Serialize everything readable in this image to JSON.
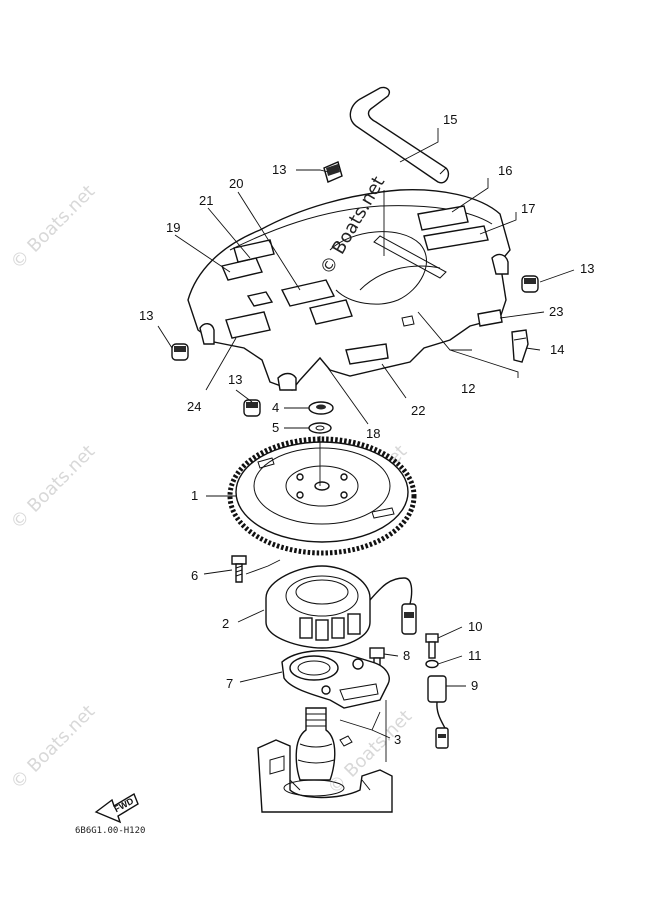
{
  "watermarks": {
    "center": "© Boats.net",
    "left_top": "© Boats.net",
    "left_middle": "© Boats.net",
    "left_bottom": "© Boats.net",
    "center_lower": "© Boats.net",
    "center_bottom": "© Boats.net"
  },
  "diagram_code": "6B6G1.00-H120",
  "fwd_label": "FWD",
  "callouts": [
    {
      "key": "c15",
      "label": "15"
    },
    {
      "key": "c13a",
      "label": "13"
    },
    {
      "key": "c16",
      "label": "16"
    },
    {
      "key": "c20",
      "label": "20"
    },
    {
      "key": "c21",
      "label": "21"
    },
    {
      "key": "c17",
      "label": "17"
    },
    {
      "key": "c19",
      "label": "19"
    },
    {
      "key": "c13b",
      "label": "13"
    },
    {
      "key": "c13c",
      "label": "13"
    },
    {
      "key": "c23",
      "label": "23"
    },
    {
      "key": "c14",
      "label": "14"
    },
    {
      "key": "c12",
      "label": "12"
    },
    {
      "key": "c13d",
      "label": "13"
    },
    {
      "key": "c24",
      "label": "24"
    },
    {
      "key": "c22",
      "label": "22"
    },
    {
      "key": "c4",
      "label": "4"
    },
    {
      "key": "c5",
      "label": "5"
    },
    {
      "key": "c18",
      "label": "18"
    },
    {
      "key": "c1",
      "label": "1"
    },
    {
      "key": "c6",
      "label": "6"
    },
    {
      "key": "c2",
      "label": "2"
    },
    {
      "key": "c10",
      "label": "10"
    },
    {
      "key": "c8",
      "label": "8"
    },
    {
      "key": "c11",
      "label": "11"
    },
    {
      "key": "c7",
      "label": "7"
    },
    {
      "key": "c9",
      "label": "9"
    },
    {
      "key": "c3",
      "label": "3"
    }
  ]
}
